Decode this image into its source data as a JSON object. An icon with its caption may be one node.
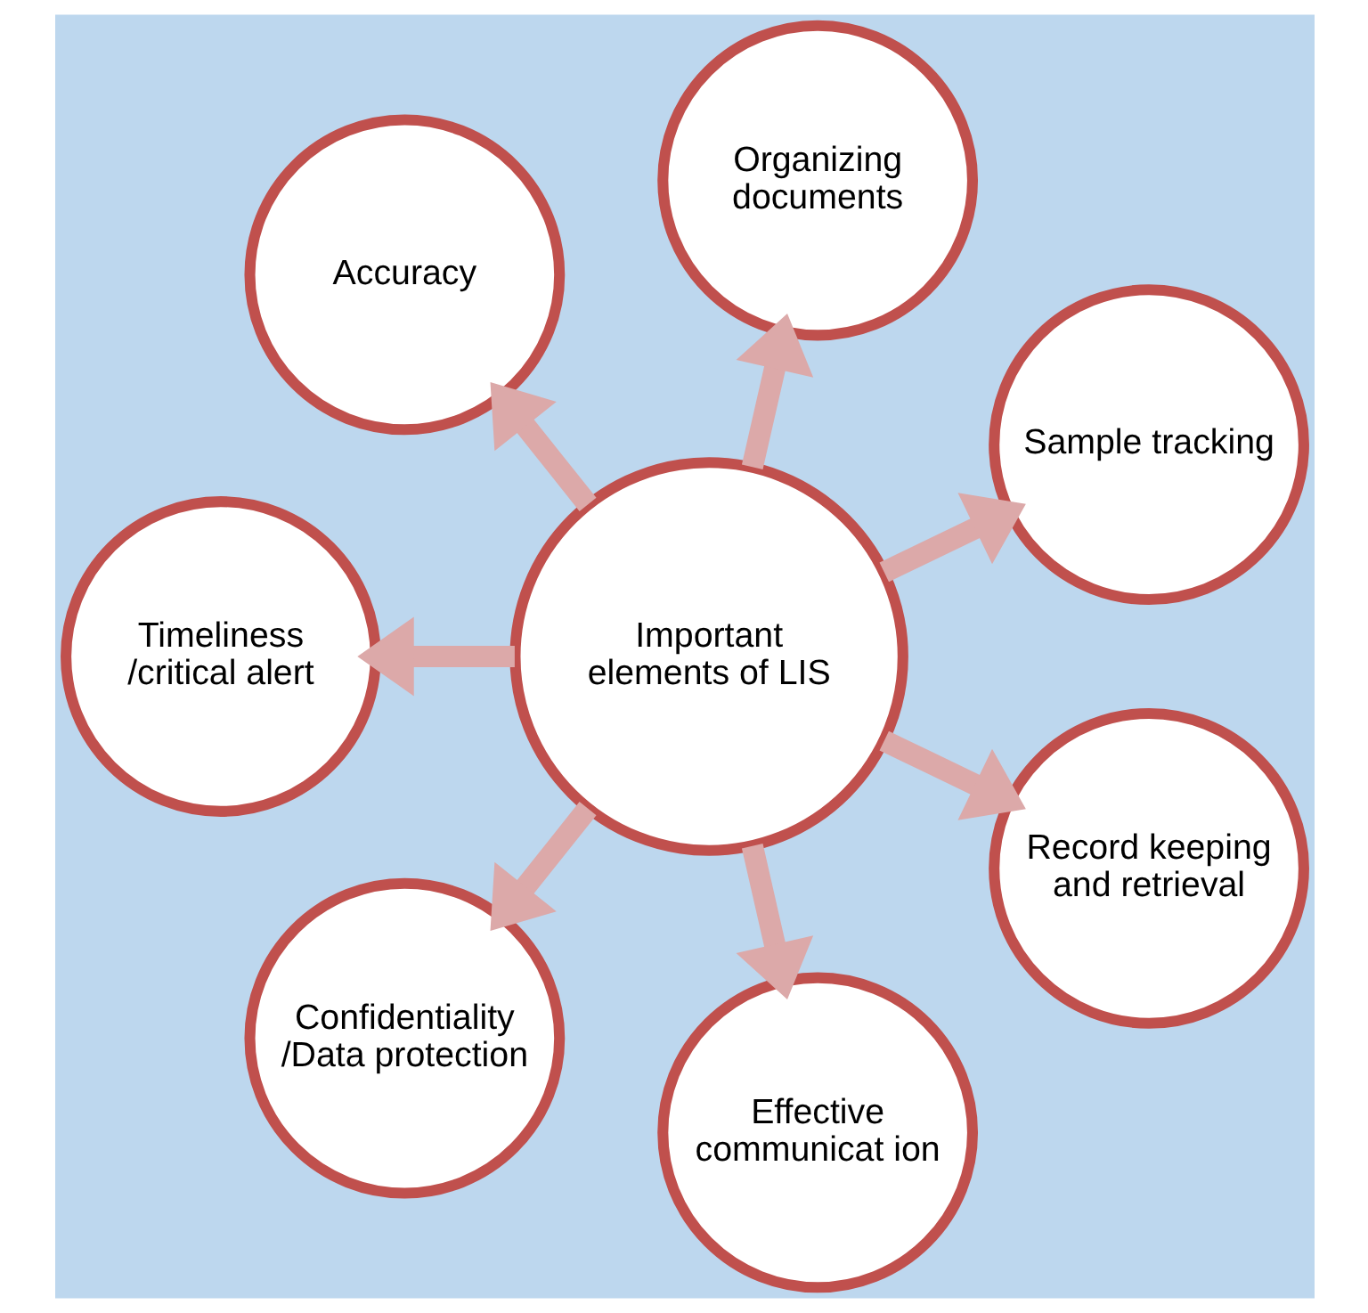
{
  "diagram": {
    "nodes": [
      {
        "text": [
          "Important elements of LIS"
        ]
      },
      {
        "text": [
          "Sample tracking"
        ]
      },
      {
        "text": [
          "Organizing documents"
        ]
      },
      {
        "text": [
          "Accuracy"
        ]
      },
      {
        "text": [
          "Timeliness /critical alert"
        ]
      },
      {
        "text": [
          "Confidentiality /Data protection"
        ]
      },
      {
        "text": [
          "Effective communicat ion"
        ]
      },
      {
        "text": [
          "Record keeping and retrieval"
        ]
      }
    ],
    "edges": [
      {
        "from": 0,
        "to": 1,
        "arrow": "to"
      },
      {
        "from": 0,
        "to": 2,
        "arrow": "to"
      },
      {
        "from": 0,
        "to": 3,
        "arrow": "to"
      },
      {
        "from": 0,
        "to": 4,
        "arrow": "to"
      },
      {
        "from": 0,
        "to": 5,
        "arrow": "to"
      },
      {
        "from": 0,
        "to": 6,
        "arrow": "to"
      },
      {
        "from": 0,
        "to": 7,
        "arrow": "to"
      }
    ]
  }
}
